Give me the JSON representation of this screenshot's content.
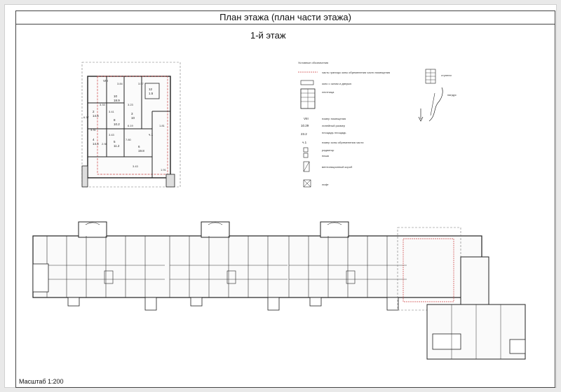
{
  "header": {
    "title": "План этажа (план части этажа)"
  },
  "floor": {
    "label": "1-й этаж"
  },
  "scale": {
    "label": "Масштаб 1:200"
  },
  "legend": {
    "heading": "Условные обозначения",
    "items": [
      {
        "icon": "dashed-boundary-icon",
        "text": "часть границы зоны обременения части помещения"
      },
      {
        "icon": "door-icon",
        "text": "окно с окном и дверью"
      },
      {
        "icon": "stair-icon",
        "text": "лестница"
      },
      {
        "icon": "room-number-icon",
        "text": "номер помещения",
        "sample": "VIII"
      },
      {
        "icon": "area-icon",
        "text": "линейный размер",
        "sample": "10.29"
      },
      {
        "icon": "area-icon",
        "text": "площадь площадь",
        "sample": "23.2"
      },
      {
        "icon": "zone-label-icon",
        "text": "номер зоны обременения части",
        "sample": "ч.1"
      },
      {
        "icon": "radiator-icon",
        "text": "радиатор"
      },
      {
        "icon": "niche-icon",
        "text": "ниша"
      },
      {
        "icon": "vent-icon",
        "text": "вентиляционный короб"
      },
      {
        "icon": "elevator-icon",
        "text": "лифт"
      }
    ],
    "stairs_label": "ступени",
    "ramp_label": "пандус"
  },
  "detail_rooms": [
    {
      "num": "10",
      "area": "18.9"
    },
    {
      "num": "12",
      "area": "1.5"
    },
    {
      "num": "2",
      "area": "14.6"
    },
    {
      "num": "3",
      "area": "10"
    },
    {
      "num": "8",
      "area": "10.2"
    },
    {
      "num": "4",
      "area": "14.4"
    },
    {
      "num": "5",
      "area": "11.2"
    },
    {
      "num": "6",
      "area": "19.8"
    },
    {
      "num": "ч.1",
      "area": ""
    },
    {
      "num": "VIII",
      "area": ""
    }
  ],
  "detail_dims": [
    "3.33",
    "3.84",
    "3.57",
    "3.23",
    "3.41",
    "6.19",
    "3.43",
    "3.31",
    "2.98",
    "7.80",
    "3.43",
    "6.37",
    "1.81",
    "1.91"
  ]
}
